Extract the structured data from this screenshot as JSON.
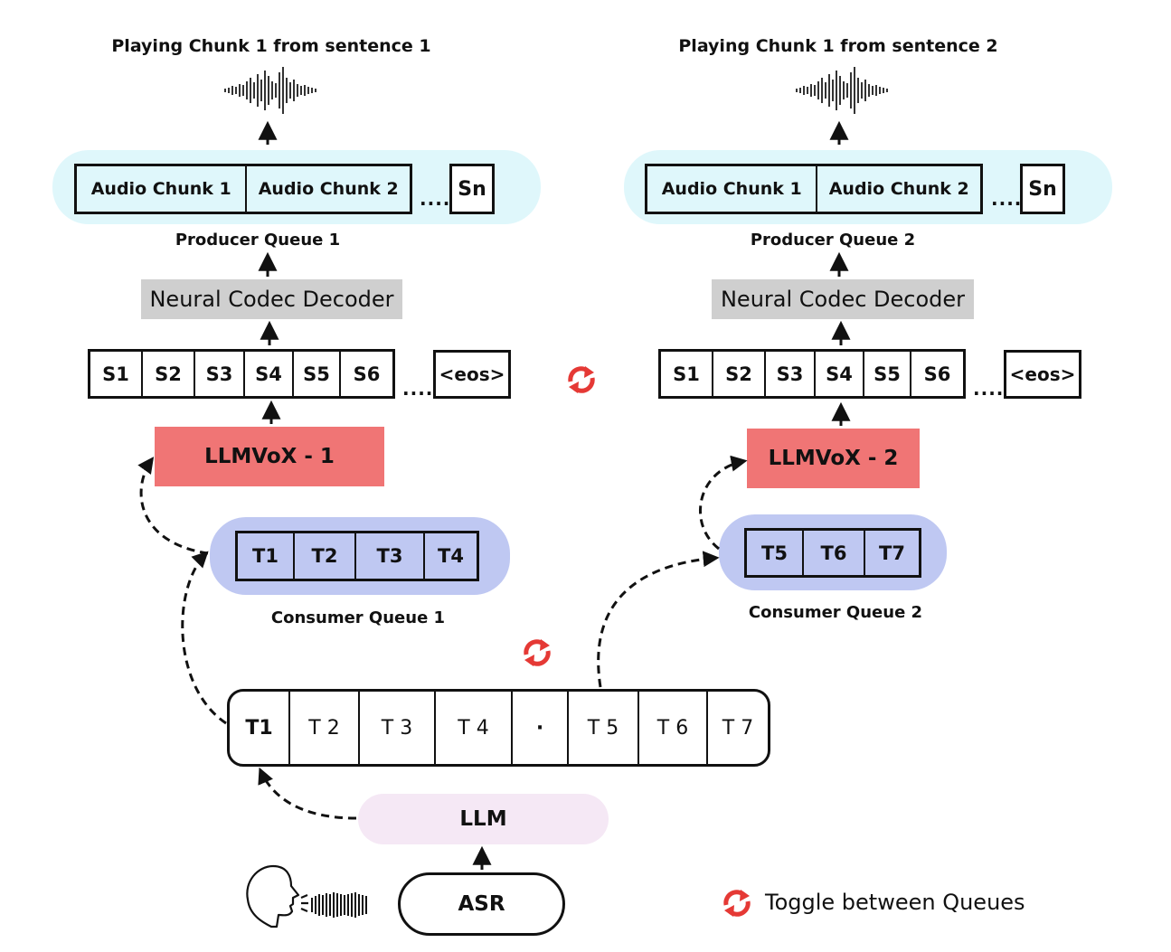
{
  "left": {
    "playing_title": "Playing Chunk 1 from sentence 1",
    "audio_chunks": [
      "Audio Chunk 1",
      "Audio Chunk 2"
    ],
    "audio_dots": "....",
    "audio_end": "Sn",
    "producer_label": "Producer Queue 1",
    "decoder_label": "Neural Codec Decoder",
    "speech_tokens": [
      "S1",
      "S2",
      "S3",
      "S4",
      "S5",
      "S6"
    ],
    "speech_dots": "....",
    "eos": "<eos>",
    "llmvox_label": "LLMVoX - 1",
    "consumer_tokens": [
      "T1",
      "T2",
      "T3",
      "T4"
    ],
    "consumer_label": "Consumer Queue 1"
  },
  "right": {
    "playing_title": "Playing Chunk 1 from sentence 2",
    "audio_chunks": [
      "Audio Chunk 1",
      "Audio Chunk 2"
    ],
    "audio_dots": "....",
    "audio_end": "Sn",
    "producer_label": "Producer Queue 2",
    "decoder_label": "Neural Codec Decoder",
    "speech_tokens": [
      "S1",
      "S2",
      "S3",
      "S4",
      "S5",
      "S6"
    ],
    "speech_dots": "....",
    "eos": "<eos>",
    "llmvox_label": "LLMVoX - 2",
    "consumer_tokens": [
      "T5",
      "T6",
      "T7"
    ],
    "consumer_label": "Consumer Queue 2"
  },
  "text_stream": [
    "T1",
    "T 2",
    "T 3",
    "T 4",
    "·",
    "T 5",
    "T 6",
    "T 7"
  ],
  "llm_label": "LLM",
  "asr_label": "ASR",
  "legend": {
    "text": "Toggle between Queues",
    "icon": "toggle-icon"
  },
  "icons": {
    "waveform": "waveform-icon",
    "speaker": "speaking-head-icon",
    "toggle": "toggle-icon"
  },
  "colors": {
    "producer_queue_bg": "#dff7fb",
    "consumer_queue_bg": "#bfc8f2",
    "llm_bg": "#f5e8f5",
    "decoder_bg": "#cfcfcf",
    "llmvox_bg": "#f07575",
    "toggle_icon": "#e53935"
  }
}
